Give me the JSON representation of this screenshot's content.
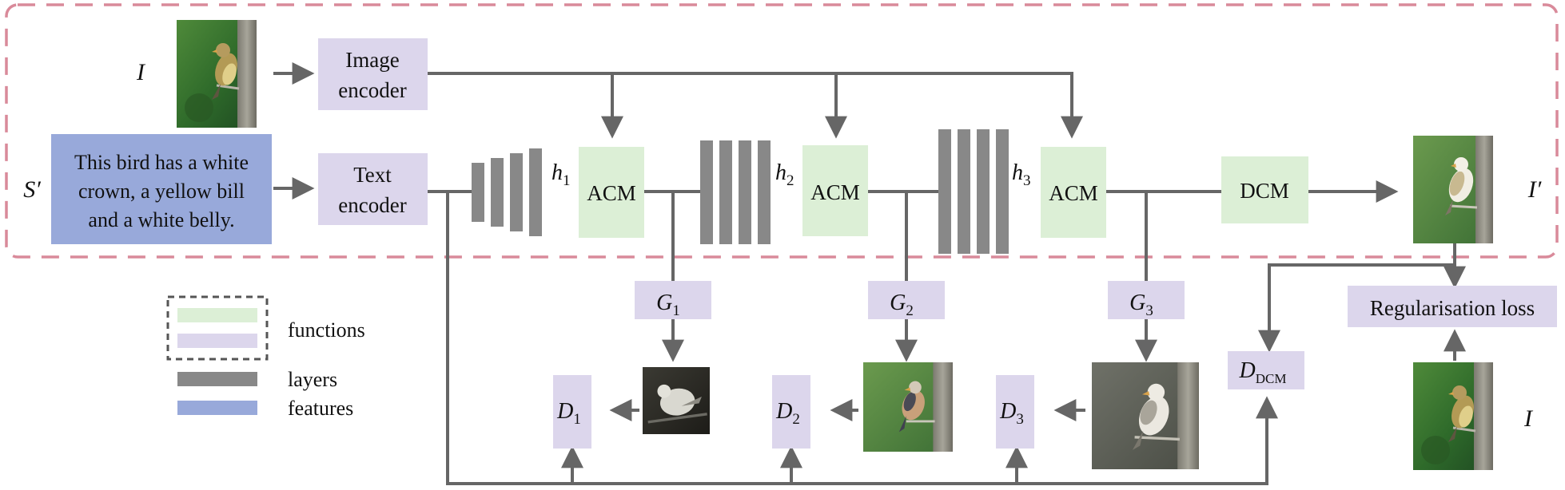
{
  "colors": {
    "function_green": "#dcefd6",
    "function_purple": "#dcd6ec",
    "layer_gray": "#888888",
    "feature_blue": "#98a9da",
    "boundary_pink": "#d98a9a",
    "arrow_gray": "#666666"
  },
  "inputs": {
    "image_symbol": "I",
    "sentence_symbol": "S′",
    "sentence_lines": [
      "This bird has a white",
      "crown, a yellow bill",
      "and a white belly."
    ]
  },
  "modules": {
    "image_encoder": [
      "Image",
      "encoder"
    ],
    "text_encoder": [
      "Text",
      "encoder"
    ],
    "acm": "ACM",
    "dcm": "DCM",
    "regularisation_loss": "Regularisation loss"
  },
  "hidden": [
    {
      "base": "h",
      "sub": "1"
    },
    {
      "base": "h",
      "sub": "2"
    },
    {
      "base": "h",
      "sub": "3"
    }
  ],
  "generators": [
    {
      "base": "G",
      "sub": "1"
    },
    {
      "base": "G",
      "sub": "2"
    },
    {
      "base": "G",
      "sub": "3"
    }
  ],
  "discriminators": [
    {
      "base": "D",
      "sub": "1"
    },
    {
      "base": "D",
      "sub": "2"
    },
    {
      "base": "D",
      "sub": "3"
    },
    {
      "base": "D",
      "sub": "DCM"
    }
  ],
  "outputs": {
    "output_symbol": "I′",
    "real_symbol": "I"
  },
  "images": {
    "input": "bird-photo-yellow-finch",
    "output": "bird-photo-white-yellow",
    "stage1": "bird-photo-low-res",
    "stage2": "bird-photo-mid-res",
    "stage3": "bird-photo-high-res",
    "real": "bird-photo-yellow-finch"
  },
  "legend": {
    "functions": "functions",
    "layers": "layers",
    "features": "features"
  }
}
